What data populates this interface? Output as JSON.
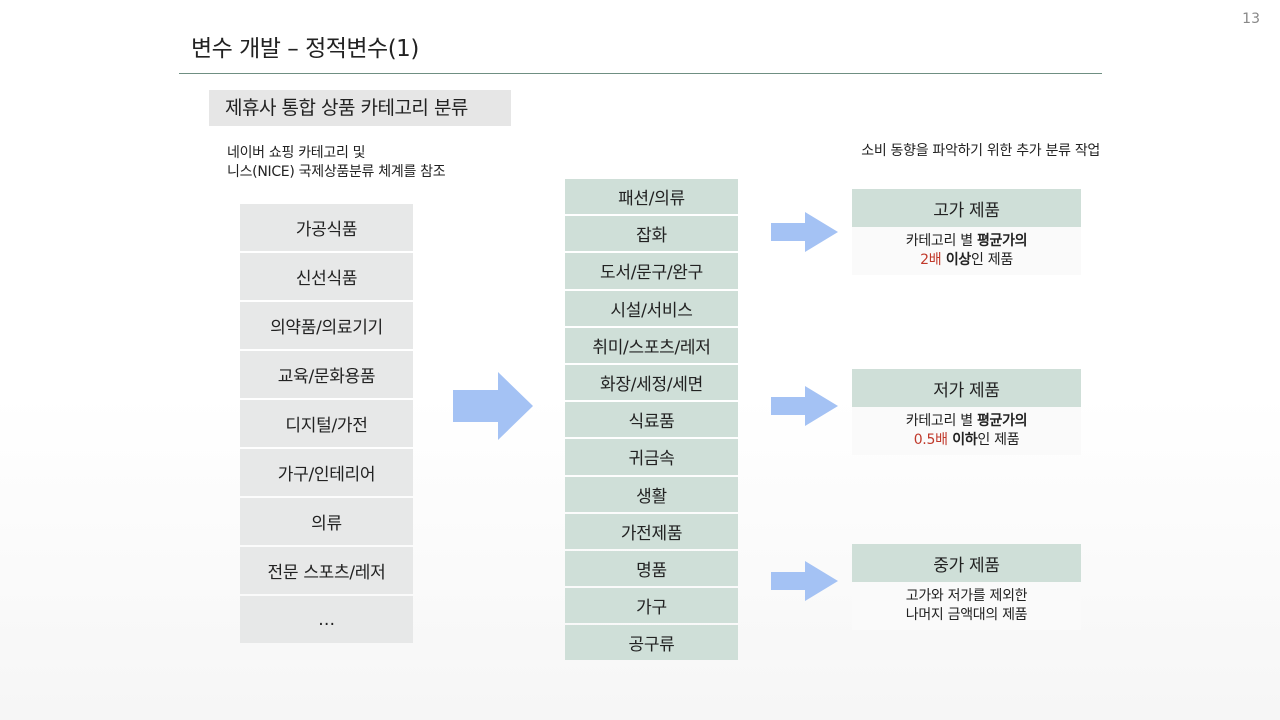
{
  "page_number": "13",
  "title": "변수 개발 – 정적변수(1)",
  "section_label": "제휴사 통합 상품 카테고리 분류",
  "note_left": [
    "네이버 쇼핑 카테고리 및",
    "니스(NICE) 국제상품분류 체계를 참조"
  ],
  "note_right": "소비 동향을 파악하기 위한 추가 분류 작업",
  "left_categories": [
    "가공식품",
    "신선식품",
    "의약품/의료기기",
    "교육/문화용품",
    "디지털/가전",
    "가구/인테리어",
    "의류",
    "전문 스포츠/레저",
    "…"
  ],
  "mid_categories": [
    "패션/의류",
    "잡화",
    "도서/문구/완구",
    "시설/서비스",
    "취미/스포츠/레저",
    "화장/세정/세면",
    "식료품",
    "귀금속",
    "생활",
    "가전제품",
    "명품",
    "가구",
    "공구류"
  ],
  "cards": {
    "high": {
      "title": "고가 제품",
      "line1_plain": "카테고리 별 ",
      "line1_bold": "평균가의",
      "line2_red": "2배",
      "line2_bold": " 이상",
      "line2_plain": "인 제품"
    },
    "low": {
      "title": "저가 제품",
      "line1_plain": "카테고리 별 ",
      "line1_bold": "평균가의",
      "line2_red": "0.5배",
      "line2_bold": " 이하",
      "line2_plain": "인 제품"
    },
    "mid": {
      "title": "중가 제품",
      "line1": "고가와 저가를 제외한",
      "line2": "나머지 금액대의 제품"
    }
  },
  "colors": {
    "arrow": "#a4c2f4",
    "card_header": "#cfdfd8",
    "mid_box": "#cfdfd8",
    "left_box": "#e7e8e8",
    "highlight": "#c0392b",
    "rule": "#6f8f82"
  }
}
